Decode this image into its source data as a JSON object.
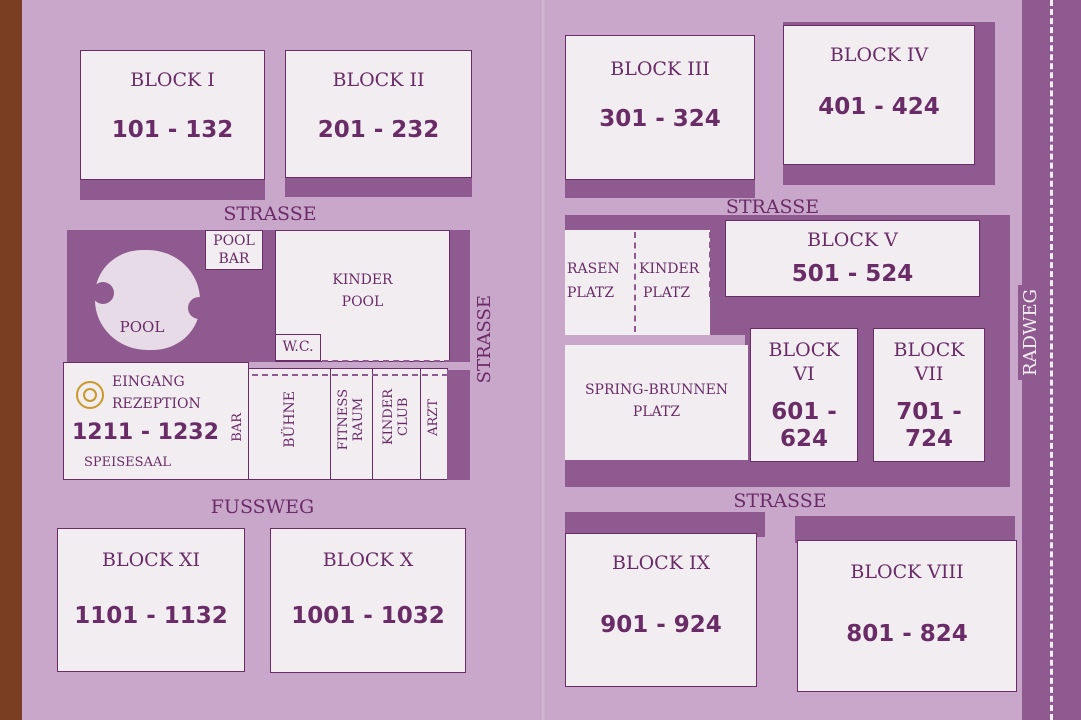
{
  "colors": {
    "paper": "#c9a7cb",
    "dark": "#8f5a8f",
    "box": "#f1edf1",
    "text": "#6a2c66"
  },
  "blocks": [
    {
      "name": "BLOCK I",
      "rooms": "101 - 132"
    },
    {
      "name": "BLOCK II",
      "rooms": "201 - 232"
    },
    {
      "name": "BLOCK III",
      "rooms": "301 - 324"
    },
    {
      "name": "BLOCK IV",
      "rooms": "401 - 424"
    },
    {
      "name": "BLOCK V",
      "rooms": "501 - 524"
    },
    {
      "name": "BLOCK",
      "name2": "VI",
      "rooms": "601 -",
      "rooms2": "624"
    },
    {
      "name": "BLOCK",
      "name2": "VII",
      "rooms": "701 -",
      "rooms2": "724"
    },
    {
      "name": "BLOCK VIII",
      "rooms": "801 - 824"
    },
    {
      "name": "BLOCK IX",
      "rooms": "901 - 924"
    },
    {
      "name": "BLOCK X",
      "rooms": "1001 - 1032"
    },
    {
      "name": "BLOCK XI",
      "rooms": "1101 - 1132"
    }
  ],
  "streets": {
    "strasse": "STRASSE",
    "fussweg": "FUSSWEG",
    "radweg": "RADWEG"
  },
  "facilities": {
    "pool": "POOL",
    "pool_bar_1": "POOL",
    "pool_bar_2": "BAR",
    "kinder_pool_1": "KINDER",
    "kinder_pool_2": "POOL",
    "wc": "W.C.",
    "eingang": "EINGANG",
    "rezeption": "REZEPTION",
    "main_rooms": "1211 - 1232",
    "speisesaal": "SPEISESAAL",
    "bar": "BAR",
    "buehne": "BÜHNE",
    "fitness_1": "FITNESS",
    "fitness_2": "RAUM",
    "kinderclub_1": "KINDER",
    "kinderclub_2": "CLUB",
    "arzt": "ARZT",
    "rasen_1": "RASEN",
    "rasen_2": "PLATZ",
    "kinderplatz_1": "KINDER",
    "kinderplatz_2": "PLATZ",
    "spring_1": "SPRING-BRUNNEN",
    "spring_2": "PLATZ"
  }
}
